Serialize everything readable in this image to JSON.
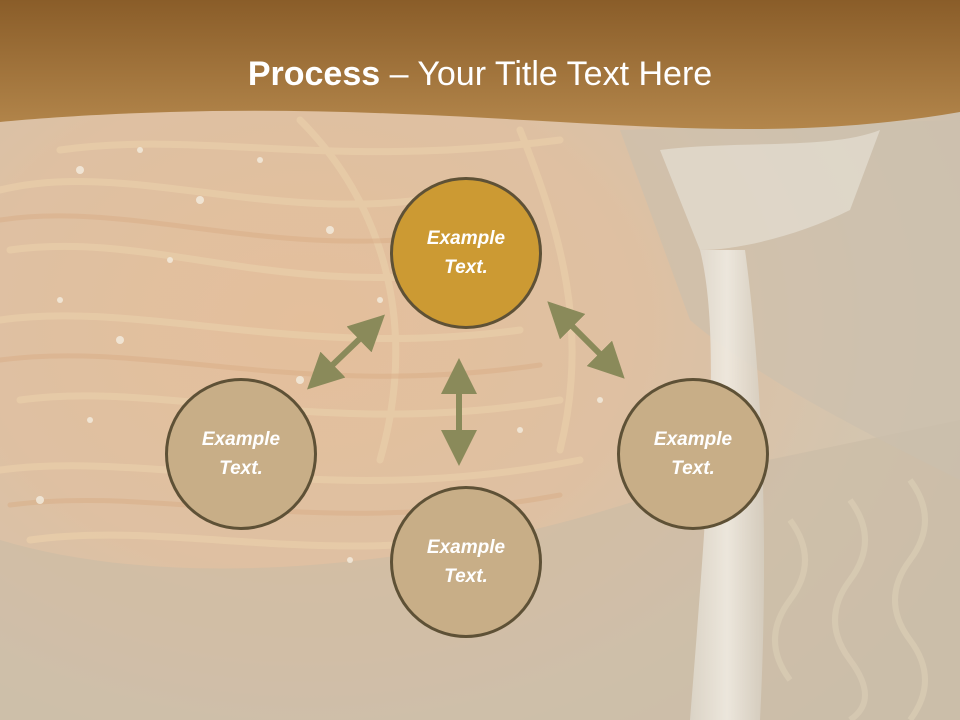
{
  "slide": {
    "title_strong": "Process",
    "title_rest": " – Your Title Text Here"
  },
  "colors": {
    "header": "#9c6e32",
    "center_node": "#cc9a33",
    "outer_node": "#c8ae87",
    "node_border": "#5e5136",
    "arrow": "#8a8a5a",
    "text": "#ffffff"
  },
  "diagram": {
    "nodes": [
      {
        "id": "top",
        "label": "Example Text."
      },
      {
        "id": "left",
        "label": "Example Text."
      },
      {
        "id": "right",
        "label": "Example Text."
      },
      {
        "id": "bottom",
        "label": "Example Text."
      }
    ],
    "connectors": [
      {
        "from": "top",
        "to": "left",
        "type": "double-arrow"
      },
      {
        "from": "top",
        "to": "right",
        "type": "double-arrow"
      },
      {
        "from": "top",
        "to": "bottom",
        "type": "double-arrow"
      }
    ]
  }
}
